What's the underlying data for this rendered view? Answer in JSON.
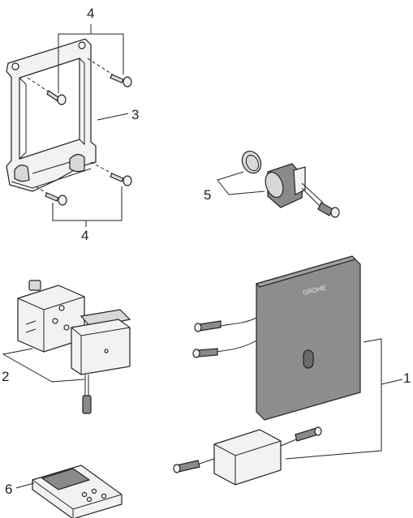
{
  "labels": {
    "frame_top": "4",
    "frame": "3",
    "frame_bottom": "4",
    "solenoid": "5",
    "mains_box": "2",
    "electronics": "1",
    "remote": "6"
  },
  "watermark": "GROHE",
  "colors": {
    "line": "#222222",
    "fill_light": "#f2f2f2",
    "fill_mid": "#d8d8d8",
    "fill_dark": "#8a8a8a",
    "plate": "#8d8d8d"
  }
}
